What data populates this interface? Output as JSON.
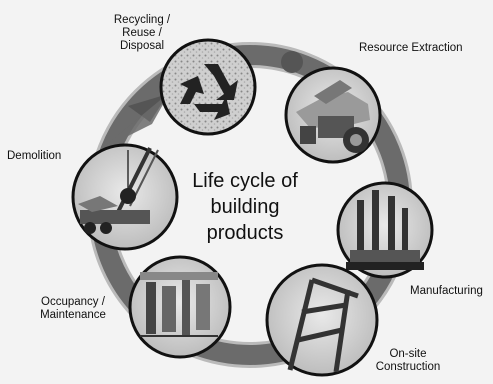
{
  "title_lines": [
    "Life cycle of",
    "building",
    "products"
  ],
  "stages": [
    {
      "label_lines": [
        "Recycling /",
        "Reuse /",
        "Disposal"
      ],
      "icon": "recycling-icon"
    },
    {
      "label_lines": [
        "Resource Extraction"
      ],
      "icon": "excavator-icon"
    },
    {
      "label_lines": [
        "Manufacturing"
      ],
      "icon": "factory-icon"
    },
    {
      "label_lines": [
        "On-site",
        "Construction"
      ],
      "icon": "steel-frame-icon"
    },
    {
      "label_lines": [
        "Occupancy /",
        "Maintenance"
      ],
      "icon": "building-interior-icon"
    },
    {
      "label_lines": [
        "Demolition"
      ],
      "icon": "crane-wrecking-ball-icon"
    }
  ],
  "colors": {
    "cycle_ring": "#6b6b6b",
    "ring_shadow": "#8a8a8a",
    "circle_border": "#111111",
    "photo_fill": "#d6d6d6"
  }
}
